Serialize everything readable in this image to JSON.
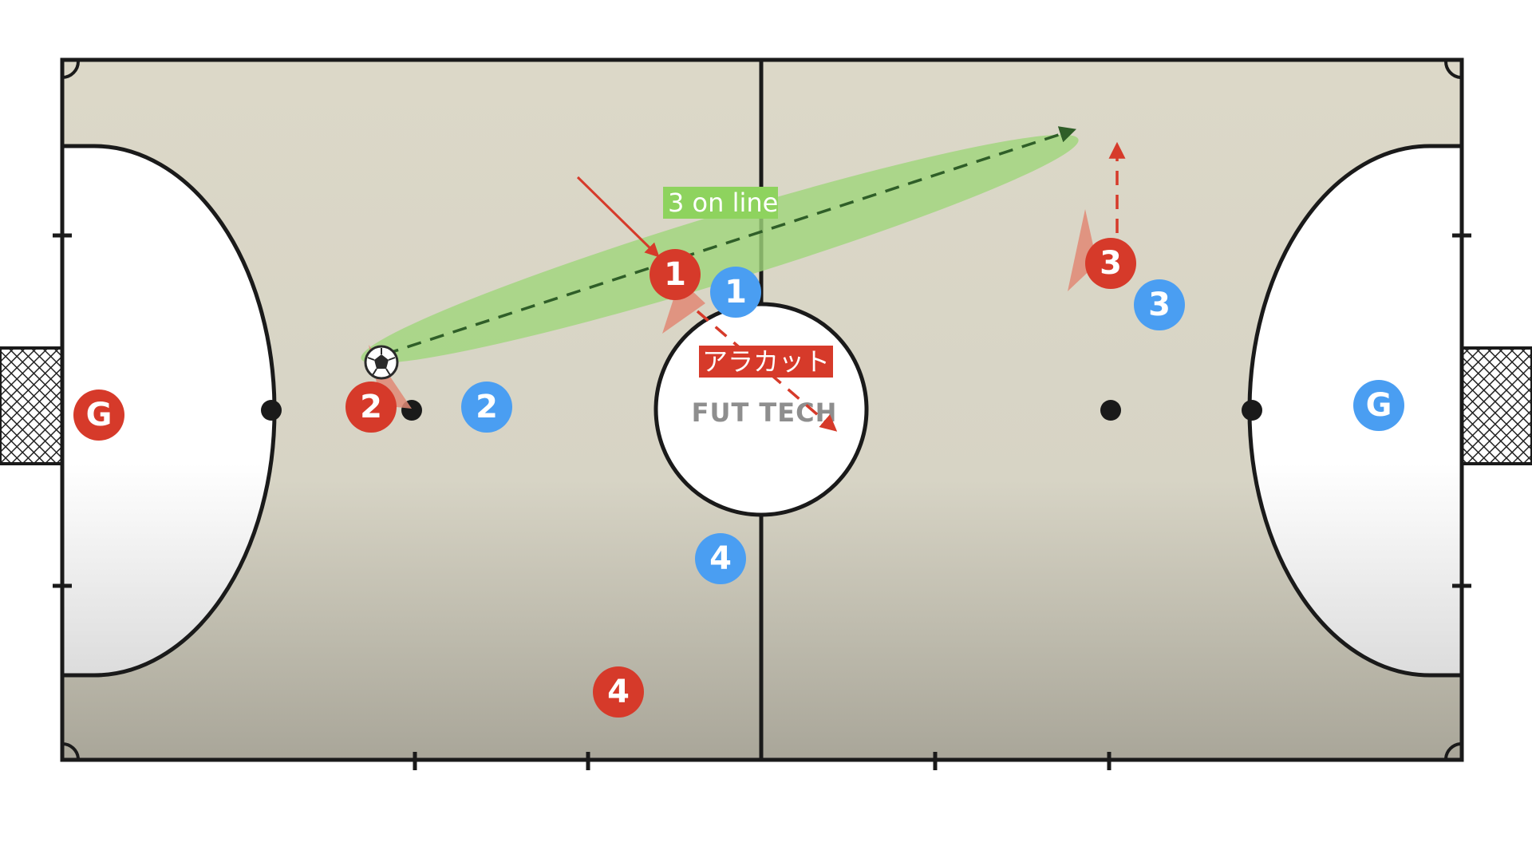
{
  "diagram": {
    "logo": "FUT TECH",
    "labels": {
      "line_label": "3 on line",
      "move_label": "アラカット"
    },
    "colors": {
      "red_team": "#d63a2a",
      "blue_team": "#4a9ef2",
      "passing_lane": "#9fd67a",
      "court_floor": "#dcd8c8",
      "court_lines": "#1a1a1a"
    },
    "red_team": {
      "goalkeeper": "G",
      "players": [
        "1",
        "2",
        "3",
        "4"
      ]
    },
    "blue_team": {
      "goalkeeper": "G",
      "players": [
        "1",
        "2",
        "3",
        "4"
      ]
    },
    "ball_icon": "soccer-ball-icon"
  }
}
